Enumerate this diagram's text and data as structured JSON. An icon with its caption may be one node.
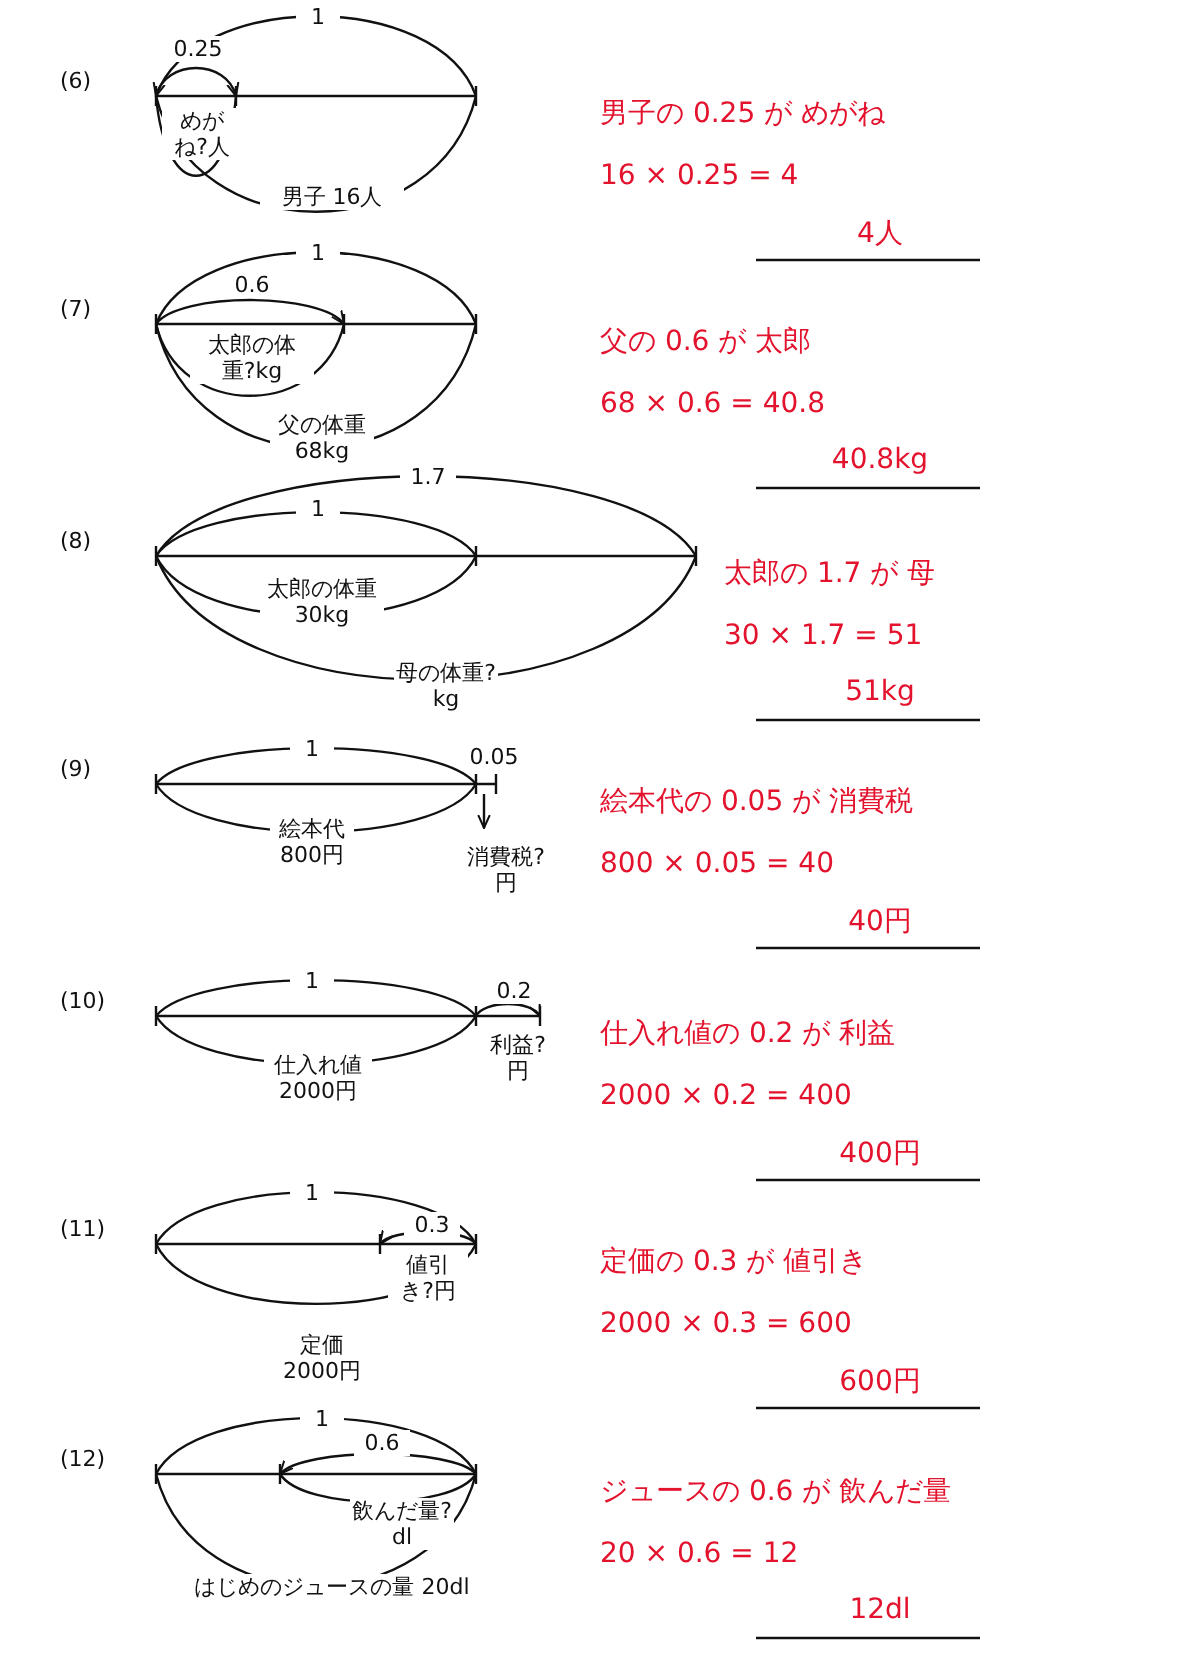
{
  "diagram": {
    "labels": [
      "(6)",
      "1",
      "0.25",
      "めがね?人",
      "男子 16人",
      "男子の 0.25 が めがね",
      "16 × 0.25 = 4",
      "4人",
      "(7)",
      "1",
      "0.6",
      "太郎の体重?kg",
      "父の体重68kg",
      "父の 0.6 が 太郎",
      "68 × 0.6 = 40.8",
      "40.8kg",
      "(8)",
      "1.7",
      "1",
      "太郎の体重30kg",
      "母の体重?kg",
      "太郎の 1.7 が 母",
      "30 × 1.7 = 51",
      "51kg",
      "(9)",
      "1",
      "0.05",
      "絵本代800円",
      "消費税?円",
      "絵本代の 0.05 が 消費税",
      "800 × 0.05 = 40",
      "40円",
      "(10)",
      "1",
      "0.2",
      "仕入れ値2000円",
      "利益?円",
      "仕入れ値の 0.2 が 利益",
      "2000 × 0.2 = 400",
      "400円",
      "(11)",
      "1",
      "0.3",
      "値引き?円",
      "定価2000円",
      "定価の 0.3 が 値引き",
      "2000 × 0.3 = 600",
      "600円",
      "(12)",
      "1",
      "0.6",
      "飲んだ量?dl",
      "はじめのジュースの量 20dl",
      "ジュースの 0.6 が 飲んだ量",
      "20 × 0.6 = 12",
      "12dl"
    ]
  }
}
